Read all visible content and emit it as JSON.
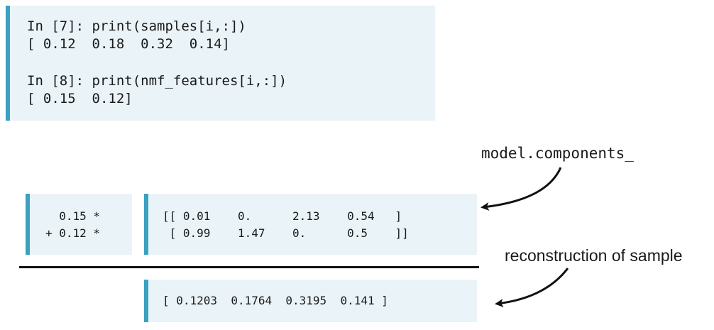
{
  "top_block": {
    "lines": [
      "In [7]: print(samples[i,:])",
      "[ 0.12  0.18  0.32  0.14]",
      "In [8]: print(nmf_features[i,:])",
      "[ 0.15  0.12]"
    ]
  },
  "coeff_block": {
    "lines": [
      "  0.15 *",
      "+ 0.12 *"
    ]
  },
  "components_block": {
    "lines": [
      "[[ 0.01    0.      2.13    0.54   ]",
      " [ 0.99    1.47    0.      0.5    ]]"
    ]
  },
  "result_block": {
    "line": "[ 0.1203  0.1764  0.3195  0.141 ]"
  },
  "annotations": {
    "components_label": "model.components_",
    "reconstruction_label": "reconstruction of sample"
  },
  "colors": {
    "code_bg": "#eaf3f7",
    "accent_bar": "#3aa1c0",
    "text": "#1a1a1a",
    "rule": "#111111"
  }
}
